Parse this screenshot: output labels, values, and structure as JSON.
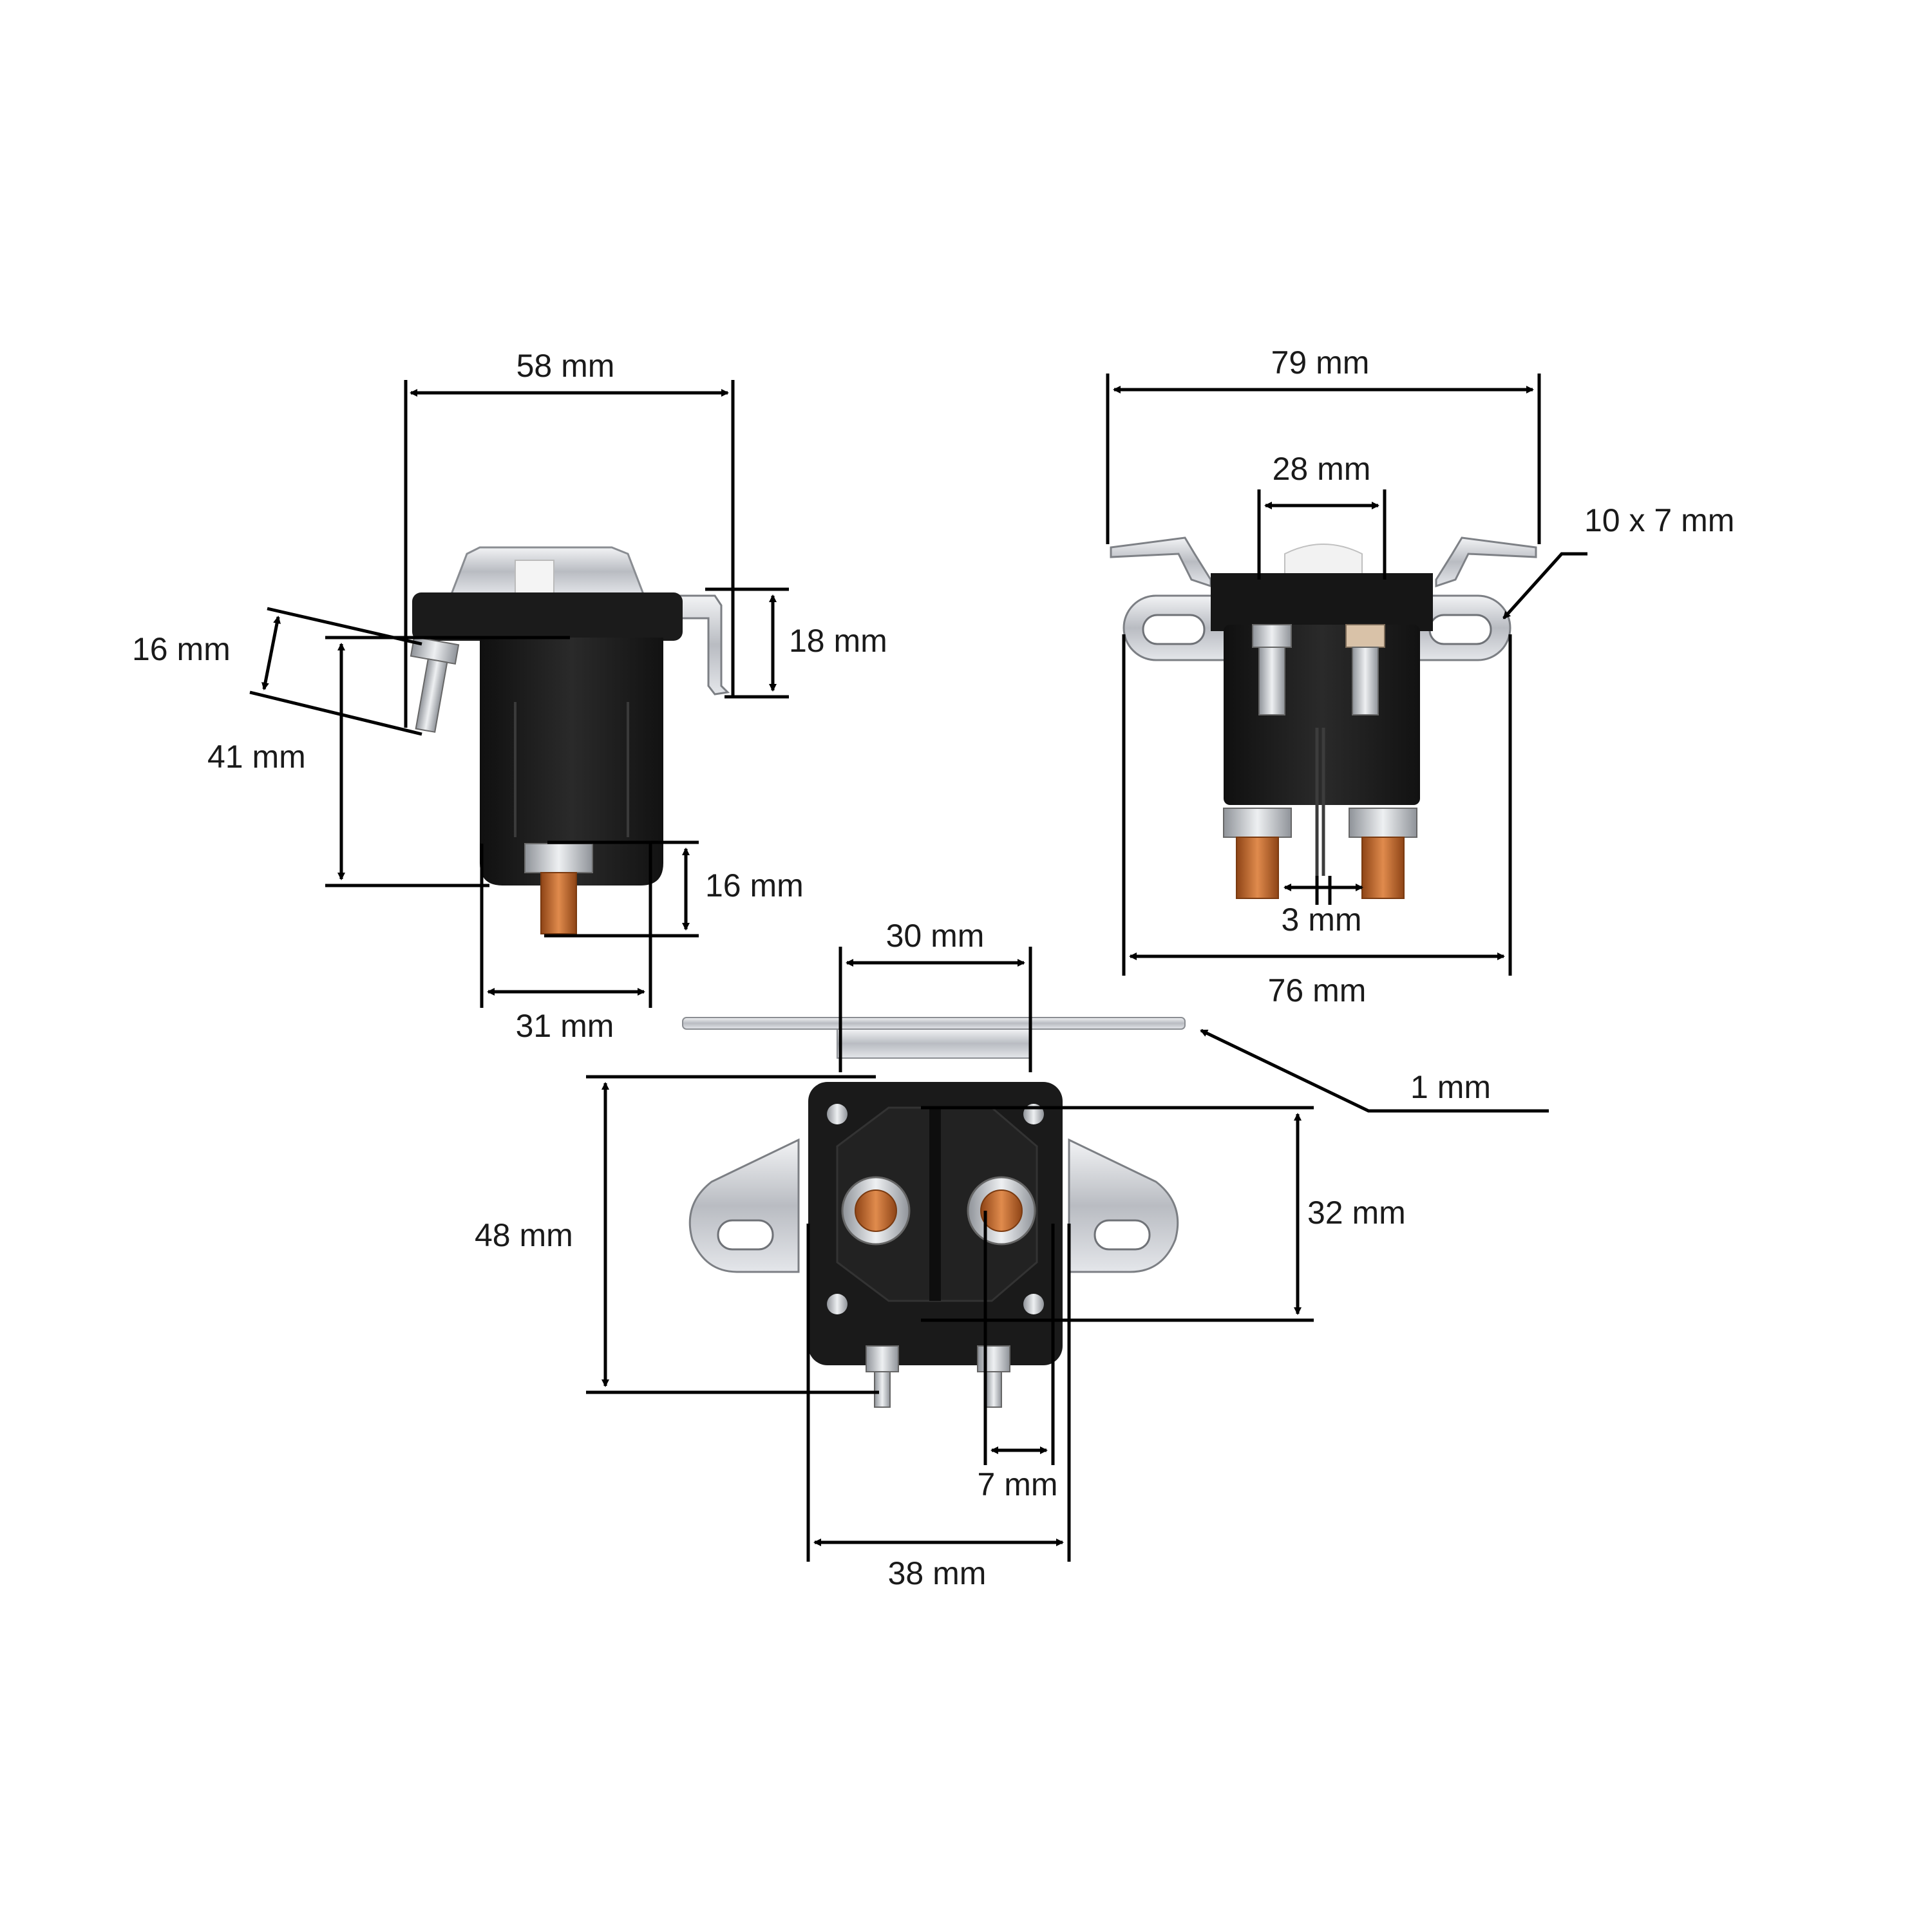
{
  "views": {
    "side": {
      "width_top": "58 mm",
      "bracket_height": "18 mm",
      "stud_angle": "16 mm",
      "body_height": "41 mm",
      "terminal_length": "16 mm",
      "base_width": "31 mm"
    },
    "front": {
      "bracket_span": "79 mm",
      "cap_width": "28 mm",
      "slot_size": "10 x 7 mm",
      "terminal_gap": "3 mm",
      "mount_width": "76 mm"
    },
    "top": {
      "bracket_inner": "30 mm",
      "plate_thickness": "1 mm",
      "body_height": "48 mm",
      "stud_spacing": "32 mm",
      "stud_offset": "7 mm",
      "body_width": "38 mm"
    }
  },
  "colors": {
    "body": "#1c1c1c",
    "metal": "#c9ccd1",
    "copper": "#c56a2d",
    "line": "#000000"
  }
}
